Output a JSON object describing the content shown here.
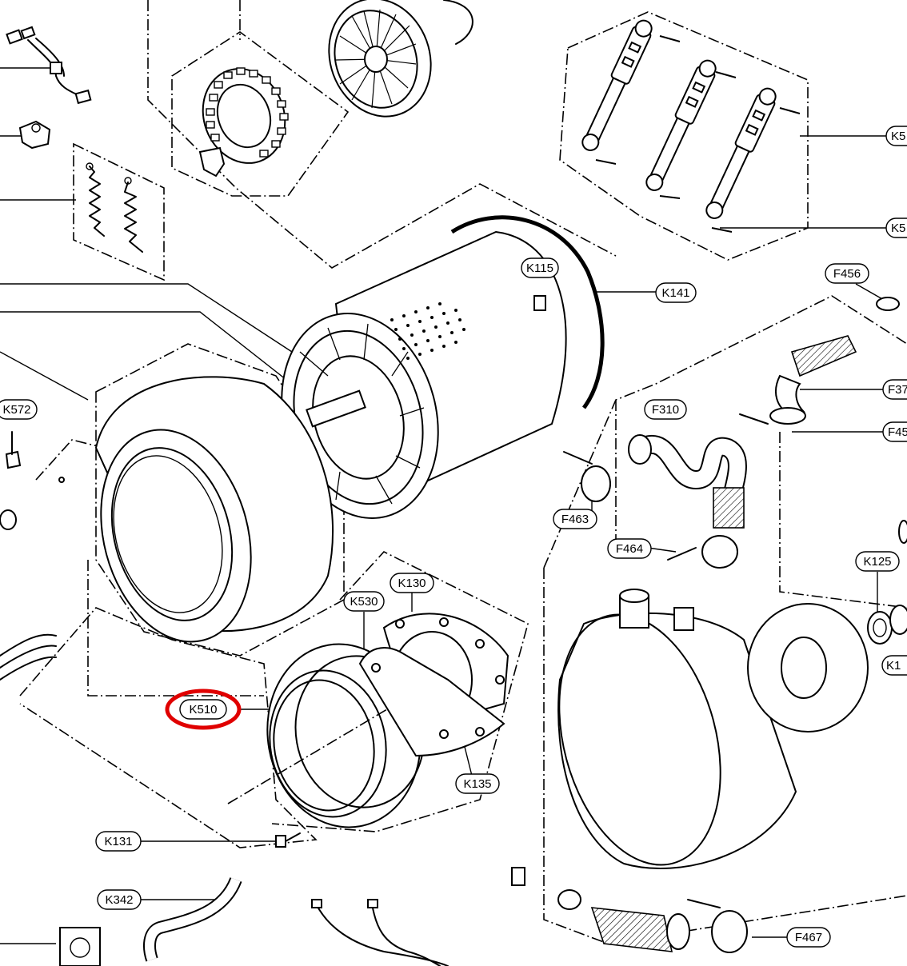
{
  "diagram": {
    "labels": [
      {
        "id": "k115",
        "text": "K115"
      },
      {
        "id": "k141",
        "text": "K141"
      },
      {
        "id": "k572",
        "text": "K572"
      },
      {
        "id": "k530",
        "text": "K530"
      },
      {
        "id": "k130",
        "text": "K130"
      },
      {
        "id": "k510",
        "text": "K510"
      },
      {
        "id": "k135",
        "text": "K135"
      },
      {
        "id": "k131",
        "text": "K131"
      },
      {
        "id": "k342",
        "text": "K342"
      },
      {
        "id": "f456",
        "text": "F456"
      },
      {
        "id": "f310",
        "text": "F310"
      },
      {
        "id": "f463",
        "text": "F463"
      },
      {
        "id": "f464",
        "text": "F464"
      },
      {
        "id": "f467",
        "text": "F467"
      },
      {
        "id": "k125",
        "text": "K125"
      },
      {
        "id": "f37_partial",
        "text": "F37"
      },
      {
        "id": "f45_partial",
        "text": "F45"
      },
      {
        "id": "k5_partial_a",
        "text": "K5"
      },
      {
        "id": "k5_partial_b",
        "text": "K5"
      },
      {
        "id": "k1_partial",
        "text": "K1"
      }
    ],
    "highlight": {
      "target": "k510",
      "color": "#e00000"
    }
  }
}
